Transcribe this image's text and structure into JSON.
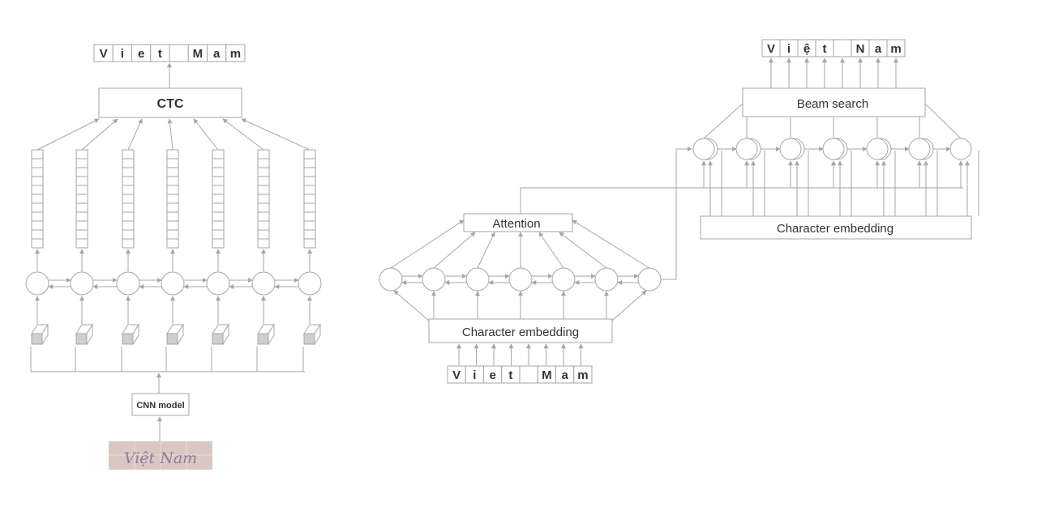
{
  "ctc_branch": {
    "output_chars": [
      "V",
      "i",
      "e",
      "t",
      "",
      "M",
      "a",
      "m"
    ],
    "ctc_label": "CTC",
    "cnn_label": "CNN model",
    "handwriting_text": "Việt Nam"
  },
  "attention_branch": {
    "attention_label": "Attention",
    "encoder_embedding_label": "Character embedding",
    "input_chars": [
      "V",
      "i",
      "e",
      "t",
      "",
      "M",
      "a",
      "m"
    ],
    "beam_label": "Beam search",
    "decoder_embedding_label": "Character embedding",
    "output_chars": [
      "V",
      "i",
      "ệ",
      "t",
      "",
      "N",
      "a",
      "m"
    ]
  },
  "colors": {
    "line": "#a6a6a6",
    "text": "#333333",
    "feature_block": "#cfcfcf",
    "handwriting_bg": "#d9c7c3",
    "ink": "#8a7f9a"
  }
}
